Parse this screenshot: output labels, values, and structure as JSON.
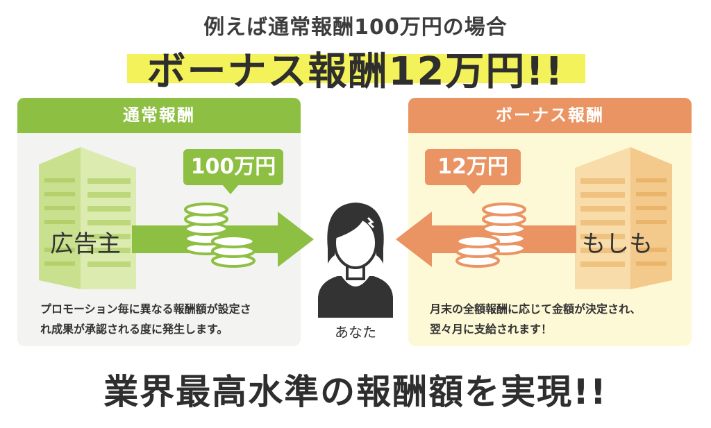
{
  "header": {
    "subtitle": "例えば通常報酬100万円の場合",
    "headline": "ボーナス報酬12万円!!"
  },
  "left_panel": {
    "title": "通常報酬",
    "entity": "広告主",
    "amount": "100万円",
    "caption_line1": "プロモーション毎に異なる報酬額が設定さ",
    "caption_line2": "れ成果が承認される度に発生します。",
    "color": "#8dc042"
  },
  "right_panel": {
    "title": "ボーナス報酬",
    "entity": "もしも",
    "amount": "12万円",
    "caption_line1": "月末の全額報酬に応じて金額が決定され、",
    "caption_line2": "翌々月に支給されます！",
    "color": "#ea9463"
  },
  "center": {
    "you_label": "あなた"
  },
  "footer": {
    "text": "業界最高水準の報酬額を実現!!"
  }
}
